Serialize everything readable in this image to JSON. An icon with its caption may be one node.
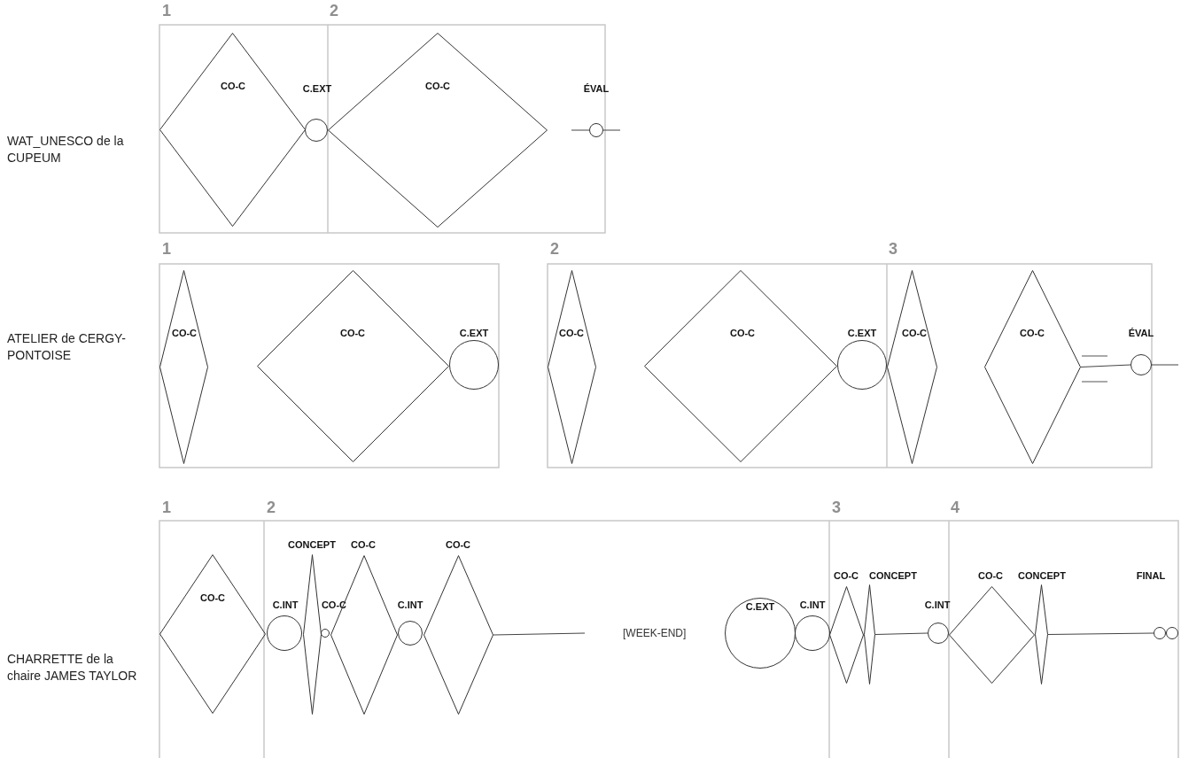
{
  "diagram": {
    "nodes": [
      {
        "text": [
          "CO-C"
        ]
      },
      {
        "text": [
          "C.EXT"
        ]
      },
      {
        "text": [
          "CO-C"
        ]
      },
      {
        "text": [
          "ÉVAL"
        ]
      },
      {
        "text": [
          "CO-C"
        ]
      },
      {
        "text": [
          "CO-C"
        ]
      },
      {
        "text": [
          "C.EXT"
        ]
      },
      {
        "text": [
          "CO-C"
        ]
      },
      {
        "text": [
          "CO-C"
        ]
      },
      {
        "text": [
          "C.EXT"
        ]
      },
      {
        "text": [
          "CO-C"
        ]
      },
      {
        "text": [
          "CO-C"
        ]
      },
      {
        "text": [
          "ÉVAL"
        ]
      },
      {
        "text": [
          "CO-C"
        ]
      },
      {
        "text": [
          "C.INT"
        ]
      },
      {
        "text": [
          "CONCEPT"
        ]
      },
      {
        "text": [
          "CO-C"
        ]
      },
      {
        "text": [
          "CO-C"
        ]
      },
      {
        "text": [
          "C.INT"
        ]
      },
      {
        "text": [
          "CO-C"
        ]
      },
      {
        "text": [
          "C.EXT"
        ]
      },
      {
        "text": [
          "C.INT"
        ]
      },
      {
        "text": [
          "CO-C"
        ]
      },
      {
        "text": [
          "CONCEPT"
        ]
      },
      {
        "text": [
          "C.INT"
        ]
      },
      {
        "text": [
          "CO-C"
        ]
      },
      {
        "text": [
          "CONCEPT"
        ]
      },
      {
        "text": [
          "FINAL"
        ]
      }
    ],
    "edges": [
      {
        "from": null,
        "to": 3,
        "arrow": "none"
      },
      {
        "from": 3,
        "to": null,
        "arrow": "none"
      },
      {
        "from": 11,
        "to": 12,
        "arrow": "none"
      },
      {
        "from": 12,
        "to": null,
        "arrow": "none"
      },
      {
        "from": 19,
        "to": null,
        "arrow": "none"
      },
      {
        "from": 23,
        "to": 24,
        "arrow": "none"
      },
      {
        "from": 26,
        "to": 27,
        "arrow": "none"
      }
    ],
    "labels": [
      "1",
      "2",
      "WAT_UNESCO de la CUPEUM",
      "1",
      "2",
      "3",
      "ATELIER de CERGY-PONTOISE",
      "1",
      "2",
      "3",
      "4",
      "CHARRETTE de la chaire JAMES TAYLOR",
      "[WEEK-END]"
    ]
  }
}
